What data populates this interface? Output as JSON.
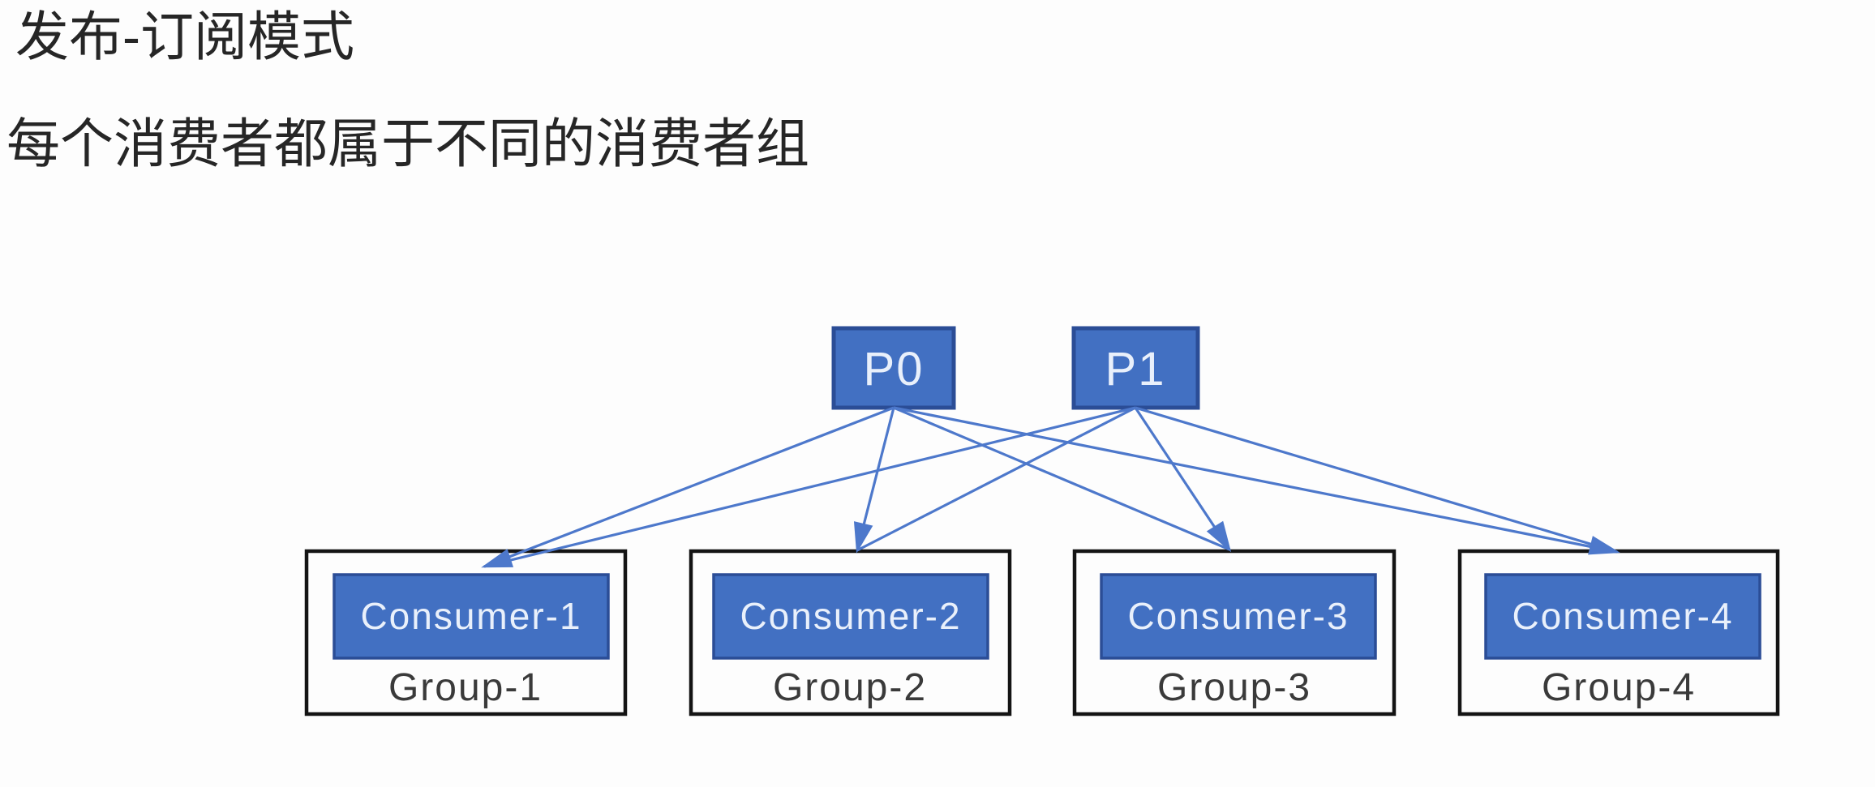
{
  "title": "发布-订阅模式",
  "subtitle": "每个消费者都属于不同的消费者组",
  "diagram": {
    "partitions": [
      {
        "id": "P0",
        "label": "P0"
      },
      {
        "id": "P1",
        "label": "P1"
      }
    ],
    "groups": [
      {
        "consumer_label": "Consumer-1",
        "group_label": "Group-1"
      },
      {
        "consumer_label": "Consumer-2",
        "group_label": "Group-2"
      },
      {
        "consumer_label": "Consumer-3",
        "group_label": "Group-3"
      },
      {
        "consumer_label": "Consumer-4",
        "group_label": "Group-4"
      }
    ],
    "edges": [
      {
        "from": "P0",
        "to": "Consumer-1"
      },
      {
        "from": "P0",
        "to": "Consumer-2"
      },
      {
        "from": "P0",
        "to": "Consumer-3"
      },
      {
        "from": "P0",
        "to": "Consumer-4"
      },
      {
        "from": "P1",
        "to": "Consumer-1"
      },
      {
        "from": "P1",
        "to": "Consumer-2"
      },
      {
        "from": "P1",
        "to": "Consumer-3"
      },
      {
        "from": "P1",
        "to": "Consumer-4"
      }
    ],
    "colors": {
      "node_fill": "#4270c2",
      "node_border": "#2b4d96",
      "node_text": "#e9f0fb",
      "group_fill": "#fdfdfd",
      "group_border": "#141414",
      "group_text": "#3a3a3a",
      "edge": "#4d78cb",
      "title_text": "#262626",
      "bg": "#fdfdfd"
    }
  }
}
